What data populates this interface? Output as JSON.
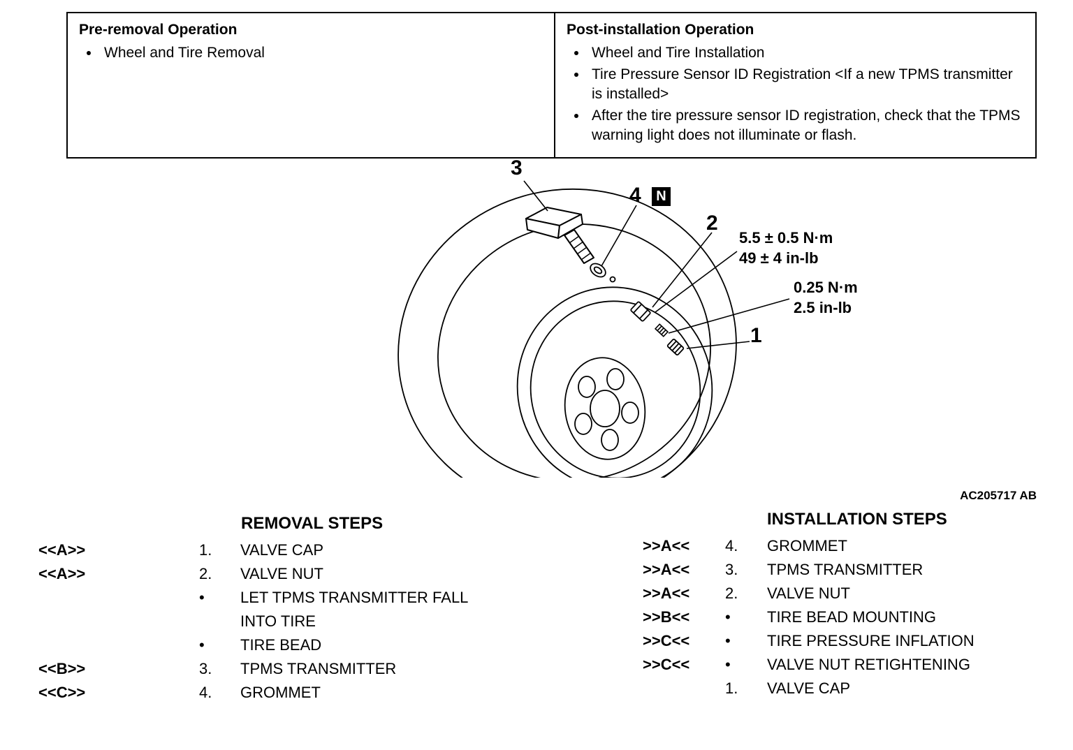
{
  "operations_table": {
    "pre_removal": {
      "title": "Pre-removal Operation",
      "items": [
        "Wheel and Tire Removal"
      ]
    },
    "post_installation": {
      "title": "Post-installation Operation",
      "items": [
        "Wheel and Tire Installation",
        "Tire Pressure Sensor ID Registration <If a new TPMS transmitter is installed>",
        "After the tire pressure sensor ID registration, check that the TPMS warning light does not illuminate or flash."
      ]
    }
  },
  "diagram": {
    "callout_3": "3",
    "callout_4": "4",
    "n_badge": "N",
    "callout_2": "2",
    "callout_1": "1",
    "torque_valve_nut": [
      "5.5 ± 0.5 N·m",
      "49 ± 4 in-lb"
    ],
    "torque_valve_core": [
      "0.25 N·m",
      "2.5 in-lb"
    ],
    "figure_code": "AC205717 AB"
  },
  "removal": {
    "title": "REMOVAL STEPS",
    "steps": [
      {
        "marker": "<<A>>",
        "num": "1.",
        "text": "VALVE CAP"
      },
      {
        "marker": "<<A>>",
        "num": "2.",
        "text": "VALVE NUT"
      },
      {
        "marker": "",
        "num": "•",
        "text": "LET TPMS TRANSMITTER FALL INTO TIRE"
      },
      {
        "marker": "",
        "num": "•",
        "text": "TIRE BEAD"
      },
      {
        "marker": "<<B>>",
        "num": "3.",
        "text": "TPMS TRANSMITTER"
      },
      {
        "marker": "<<C>>",
        "num": "4.",
        "text": "GROMMET"
      }
    ]
  },
  "installation": {
    "title": "INSTALLATION STEPS",
    "steps": [
      {
        "marker": ">>A<<",
        "num": "4.",
        "text": "GROMMET"
      },
      {
        "marker": ">>A<<",
        "num": "3.",
        "text": "TPMS TRANSMITTER"
      },
      {
        "marker": ">>A<<",
        "num": "2.",
        "text": "VALVE NUT"
      },
      {
        "marker": ">>B<<",
        "num": "•",
        "text": "TIRE BEAD MOUNTING"
      },
      {
        "marker": ">>C<<",
        "num": "•",
        "text": "TIRE PRESSURE INFLATION"
      },
      {
        "marker": ">>C<<",
        "num": "•",
        "text": "VALVE NUT RETIGHTENING"
      },
      {
        "marker": "",
        "num": "1.",
        "text": "VALVE CAP"
      }
    ]
  }
}
